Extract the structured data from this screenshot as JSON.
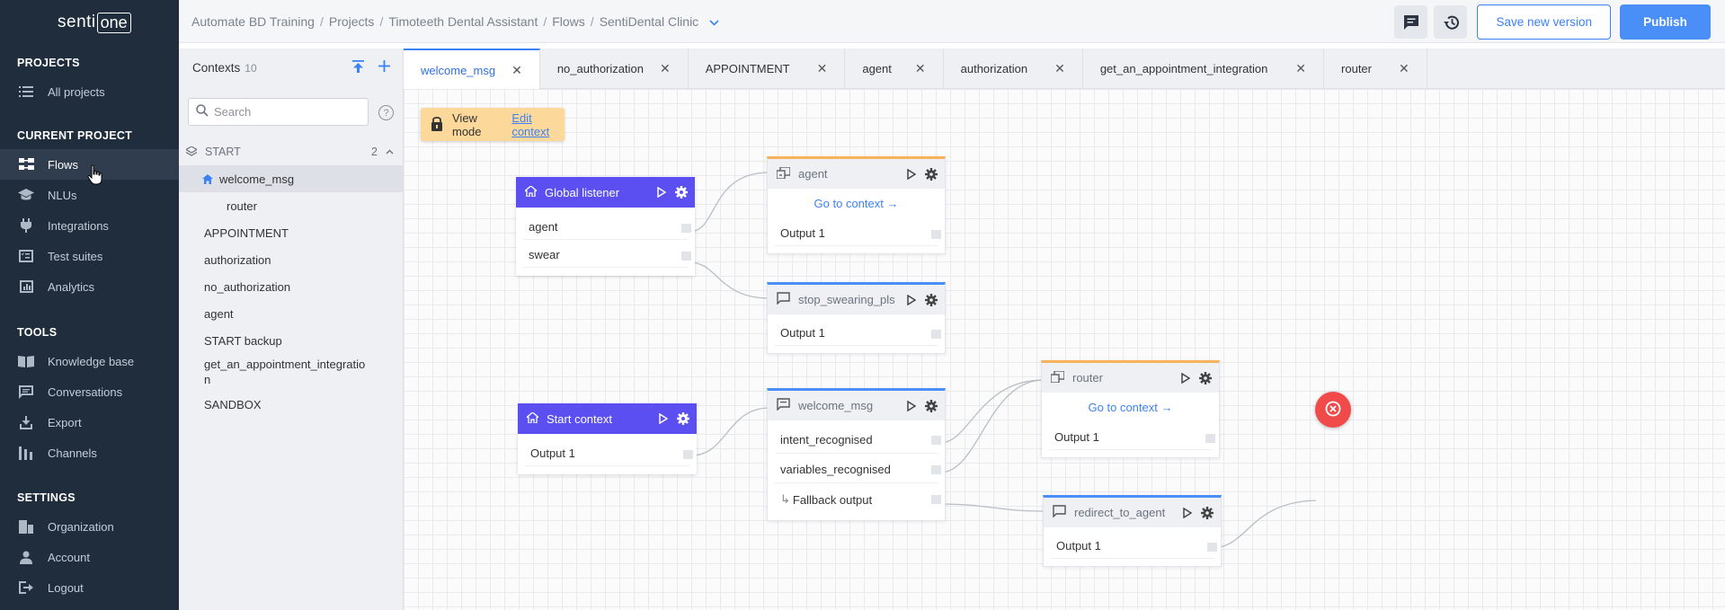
{
  "nav": {
    "logo_text": "senti",
    "logo_box": "one",
    "sections": {
      "projects": "PROJECTS",
      "current_project": "CURRENT PROJECT",
      "tools": "TOOLS",
      "settings": "SETTINGS"
    },
    "items": {
      "all_projects": "All projects",
      "flows": "Flows",
      "nlus": "NLUs",
      "integrations": "Integrations",
      "test_suites": "Test suites",
      "analytics": "Analytics",
      "knowledge_base": "Knowledge base",
      "conversations": "Conversations",
      "export": "Export",
      "channels": "Channels",
      "organization": "Organization",
      "account": "Account",
      "logout": "Logout"
    },
    "active": "Flows"
  },
  "header": {
    "breadcrumb": [
      "Automate BD Training",
      "Projects",
      "Timoteeth Dental Assistant",
      "Flows",
      "SentiDental Clinic"
    ],
    "separator": "/",
    "save_label": "Save new version",
    "publish_label": "Publish"
  },
  "contexts": {
    "title": "Contexts",
    "count": "10",
    "search_placeholder": "Search",
    "group": {
      "name": "START",
      "count": "2"
    },
    "group_items": [
      "welcome_msg",
      "router"
    ],
    "items": [
      "APPOINTMENT",
      "authorization",
      "no_authorization",
      "agent",
      "START backup",
      "get_an_appointment_integratio",
      "n",
      "SANDBOX"
    ]
  },
  "tabs": [
    {
      "label": "welcome_msg",
      "active": true
    },
    {
      "label": "no_authorization"
    },
    {
      "label": "APPOINTMENT"
    },
    {
      "label": "agent"
    },
    {
      "label": "authorization"
    },
    {
      "label": "get_an_appointment_integration"
    },
    {
      "label": "router"
    }
  ],
  "canvas": {
    "view_mode_label": "View mode",
    "edit_context_label": "Edit context",
    "nodes": {
      "global_listener": {
        "title": "Global listener",
        "rows": [
          "agent",
          "swear"
        ]
      },
      "start_context": {
        "title": "Start context",
        "rows": [
          "Output 1"
        ]
      },
      "agent": {
        "title": "agent",
        "goto": "Go to context →",
        "rows": [
          "Output 1"
        ]
      },
      "stop_swearing": {
        "title": "stop_swearing_pls",
        "rows": [
          "Output 1"
        ]
      },
      "welcome_msg": {
        "title": "welcome_msg",
        "rows": [
          "intent_recognised",
          "variables_recognised",
          "Fallback output"
        ],
        "fallback_prefix": "↳"
      },
      "router": {
        "title": "router",
        "goto": "Go to context →",
        "rows": [
          "Output 1"
        ]
      },
      "redirect_to_agent": {
        "title": "redirect_to_agent",
        "rows": [
          "Output 1"
        ]
      }
    }
  },
  "colors": {
    "sidebar_bg": "#1f2d3d",
    "accent": "#3b82f6",
    "listener_purple": "#5b4ff2",
    "view_mode_bg": "#fdd89b",
    "error_red": "#f04a4a"
  }
}
